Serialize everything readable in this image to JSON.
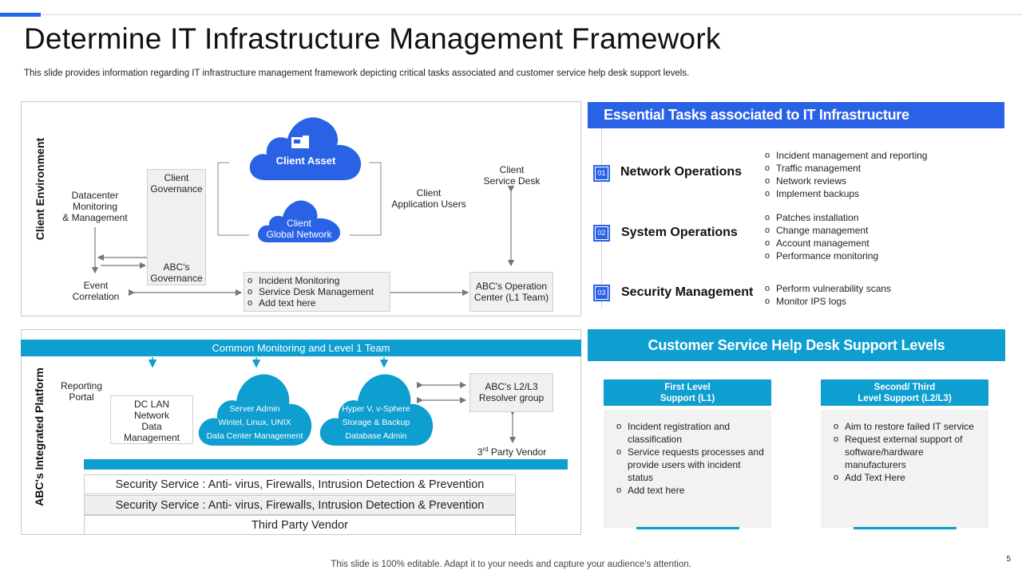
{
  "header": {
    "title": "Determine IT Infrastructure Management Framework",
    "subtitle": "This slide provides information regarding IT infrastructure management framework depicting critical tasks associated and customer service help desk support levels."
  },
  "client_env": {
    "vertical_label": "Client Environment",
    "client_asset": "Client Asset",
    "client_global_network": [
      "Client",
      "Global Network"
    ],
    "client_governance": [
      "Client",
      "Governance"
    ],
    "abc_governance": [
      "ABC's",
      "Governance"
    ],
    "datacenter": [
      "Datacenter",
      "Monitoring",
      "& Management"
    ],
    "event_correlation": [
      "Event",
      "Correlation"
    ],
    "client_app_users": [
      "Client",
      "Application Users"
    ],
    "client_service_desk": [
      "Client",
      "Service Desk"
    ],
    "incident_list": [
      "Incident Monitoring",
      "Service Desk Management",
      "Add text here"
    ],
    "abc_operation_center": [
      "ABC's Operation",
      "Center (L1 Team)"
    ]
  },
  "abc_platform": {
    "vertical_label": "ABC's Integrated Platform",
    "common_bar": "Common Monitoring and Level 1 Team",
    "reporting_portal": [
      "Reporting",
      "Portal"
    ],
    "dc_lan": [
      "DC LAN",
      "Network",
      "Data",
      "Management"
    ],
    "server_admin": [
      "Server Admin",
      "Wintel, Linux, UNIX",
      "Data Center Management"
    ],
    "hyper_v": [
      "Hyper V, v-Sphere",
      "Storage & Backup",
      "Database Admin"
    ],
    "resolver_group": [
      "ABC's L2/L3",
      "Resolver group"
    ],
    "third_party_vendor_label_pre": "3",
    "third_party_vendor_sup": "rd",
    "third_party_vendor_label_post": " Party Vendor",
    "rows": [
      "Security Service : Anti- virus, Firewalls, Intrusion Detection & Prevention",
      "Security Service : Anti- virus, Firewalls, Intrusion Detection & Prevention",
      "Third Party Vendor"
    ]
  },
  "essential_tasks": {
    "heading": "Essential Tasks associated to IT Infrastructure",
    "items": [
      {
        "num": "01",
        "title": "Network Operations",
        "bullets": [
          "Incident management and reporting",
          "Traffic  management",
          "Network reviews",
          "Implement backups"
        ]
      },
      {
        "num": "02",
        "title": "System Operations",
        "bullets": [
          "Patches installation",
          "Change management",
          "Account management",
          "Performance  monitoring"
        ]
      },
      {
        "num": "03",
        "title": "Security Management",
        "bullets": [
          "Perform vulnerability  scans",
          "Monitor IPS logs"
        ]
      }
    ]
  },
  "support_levels": {
    "heading": "Customer Service Help Desk Support Levels",
    "first": {
      "title": [
        "First Level",
        "Support (L1)"
      ],
      "bullets": [
        "Incident registration and classification",
        "Service requests processes and provide users with incident status",
        "Add text here"
      ]
    },
    "second": {
      "title": [
        "Second/ Third",
        "Level Support (L2/L3)"
      ],
      "bullets": [
        "Aim to restore failed IT service",
        "Request external support of software/hardware manufacturers",
        "Add Text Here"
      ]
    }
  },
  "footer": {
    "note": "This slide is 100% editable. Adapt it to your needs and capture your audience's attention.",
    "page_number": "5"
  },
  "colors": {
    "blue": "#2a62e6",
    "teal": "#0e9ecf",
    "cloud": "#2a62e6"
  }
}
